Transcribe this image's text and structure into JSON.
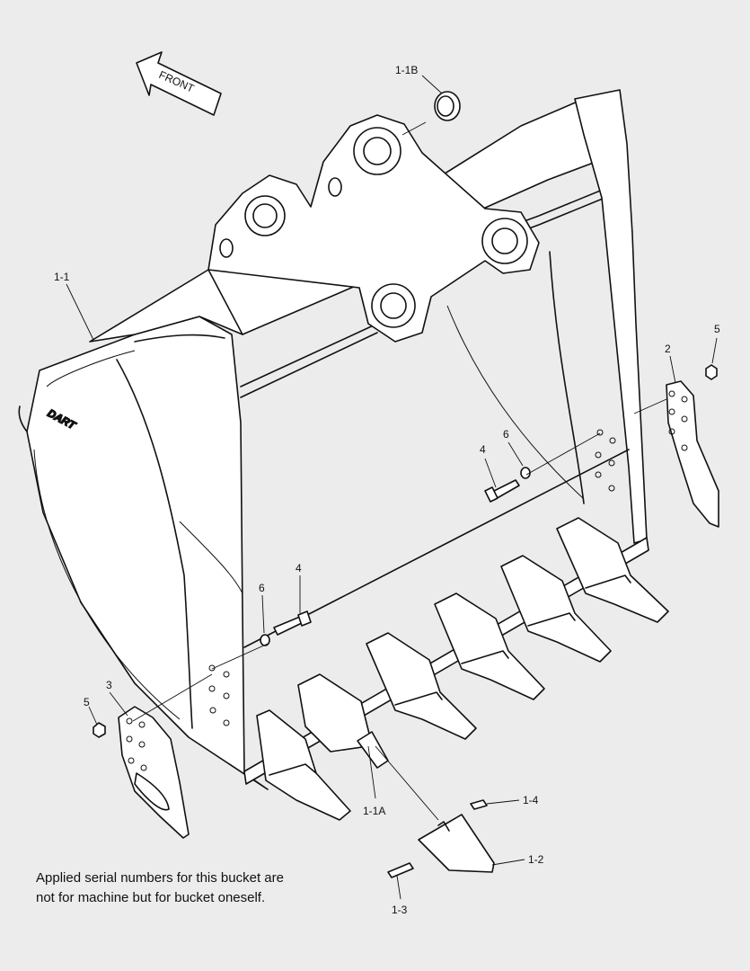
{
  "direction_label": "FRONT",
  "brand_mark": "DART",
  "callouts": {
    "c_1_1": "1-1",
    "c_1_1A": "1-1A",
    "c_1_1B": "1-1B",
    "c_1_2": "1-2",
    "c_1_3": "1-3",
    "c_1_4": "1-4",
    "c_2": "2",
    "c_3": "3",
    "c_4_right": "4",
    "c_4_left": "4",
    "c_5_right": "5",
    "c_5_left": "5",
    "c_6_right": "6",
    "c_6_left": "6"
  },
  "note": {
    "line1": "Applied serial numbers for this bucket are",
    "line2": "not for machine but for bucket oneself."
  }
}
